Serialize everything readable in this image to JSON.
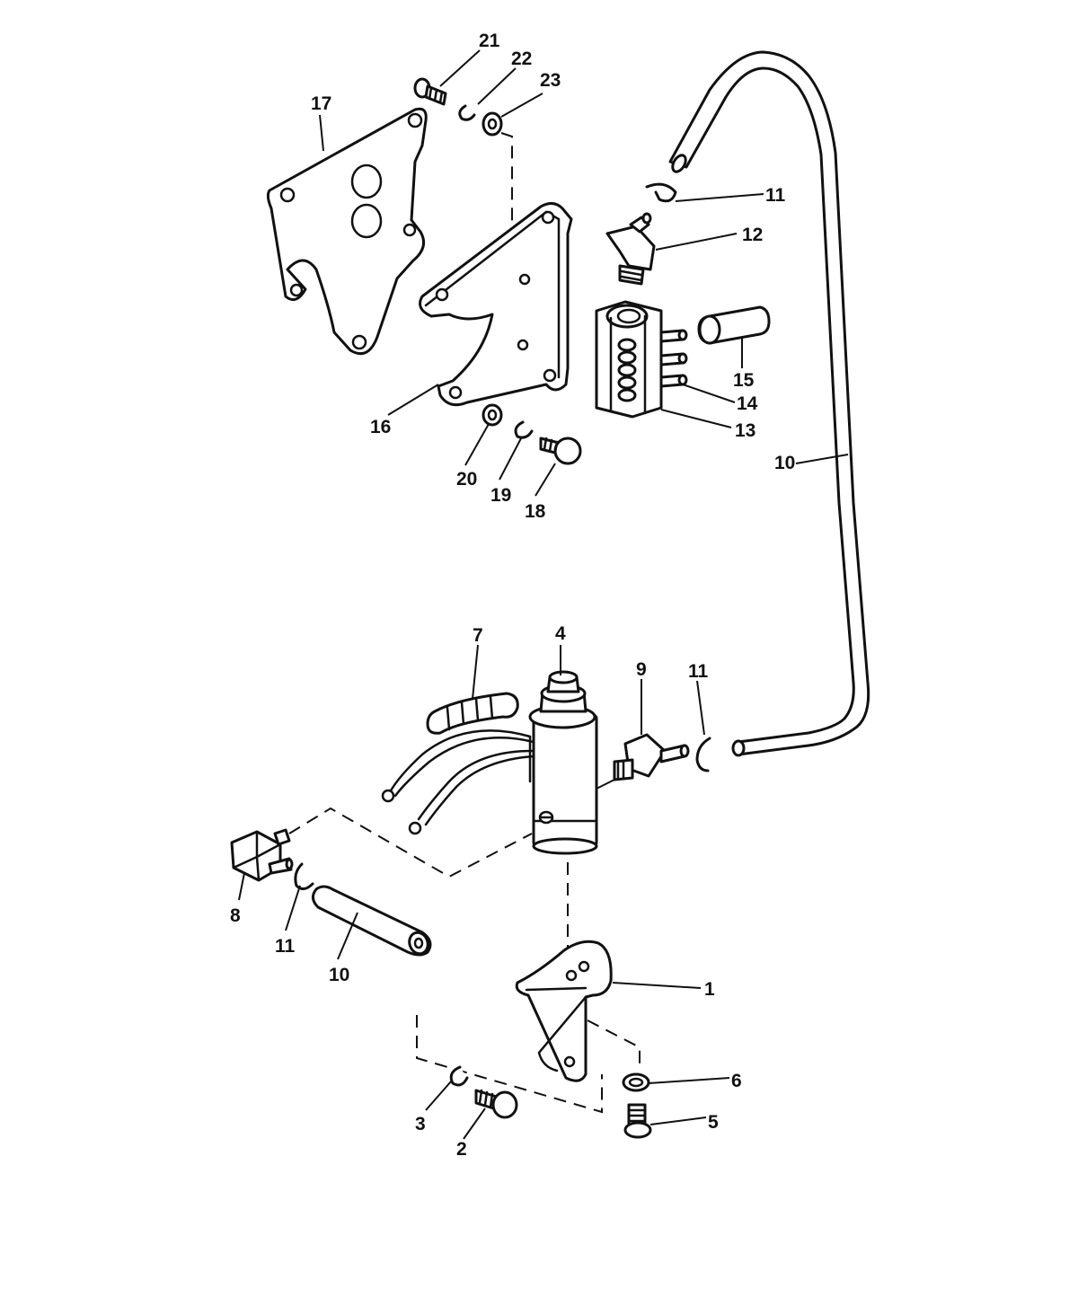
{
  "callouts": [
    {
      "id": "c21",
      "label": "21"
    },
    {
      "id": "c22",
      "label": "22"
    },
    {
      "id": "c23",
      "label": "23"
    },
    {
      "id": "c17",
      "label": "17"
    },
    {
      "id": "c11a",
      "label": "11"
    },
    {
      "id": "c12",
      "label": "12"
    },
    {
      "id": "c15",
      "label": "15"
    },
    {
      "id": "c14",
      "label": "14"
    },
    {
      "id": "c13",
      "label": "13"
    },
    {
      "id": "c16",
      "label": "16"
    },
    {
      "id": "c20",
      "label": "20"
    },
    {
      "id": "c19",
      "label": "19"
    },
    {
      "id": "c18",
      "label": "18"
    },
    {
      "id": "c10a",
      "label": "10"
    },
    {
      "id": "c7",
      "label": "7"
    },
    {
      "id": "c4",
      "label": "4"
    },
    {
      "id": "c9",
      "label": "9"
    },
    {
      "id": "c11b",
      "label": "11"
    },
    {
      "id": "c8",
      "label": "8"
    },
    {
      "id": "c11c",
      "label": "11"
    },
    {
      "id": "c10b",
      "label": "10"
    },
    {
      "id": "c1",
      "label": "1"
    },
    {
      "id": "c6",
      "label": "6"
    },
    {
      "id": "c5",
      "label": "5"
    },
    {
      "id": "c3",
      "label": "3"
    },
    {
      "id": "c2",
      "label": "2"
    }
  ]
}
